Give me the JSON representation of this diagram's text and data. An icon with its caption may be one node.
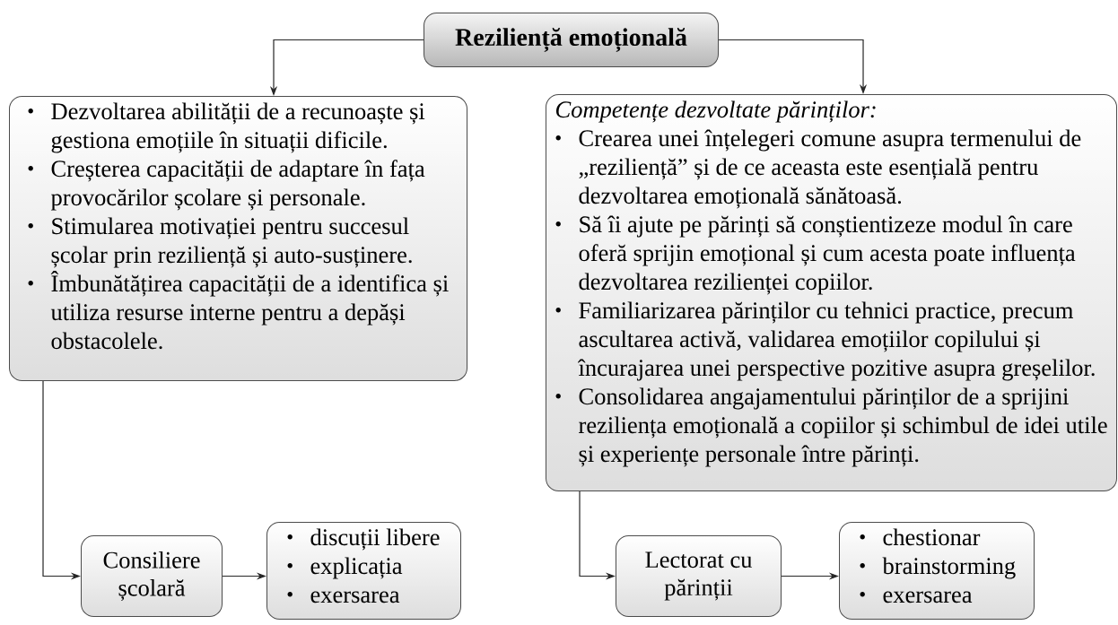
{
  "diagram": {
    "nodes": [
      {
        "text": [
          "Reziliență emoțională"
        ]
      },
      {
        "text": [
          "Dezvoltarea abilității de a recunoaște și gestiona emoțiile în situații dificile.",
          "Creșterea capacității de adaptare în fața provocărilor școlare și personale.",
          "Stimularea motivației pentru succesul școlar prin reziliență și auto-susținere.",
          "Îmbunătățirea capacității de a identifica și utiliza resurse interne pentru a depăși obstacolele."
        ]
      },
      {
        "text": [
          "Competențe dezvoltate părinților:",
          "Crearea unei înțelegeri comune asupra termenului de „reziliență” și de ce aceasta este esențială pentru dezvoltarea emoțională sănătoasă.",
          "Să îi ajute pe părinți să conștientizeze modul în care oferă sprijin emoțional și cum acesta poate influența dezvoltarea rezilienței copiilor.",
          "Familiarizarea părinților cu tehnici practice, precum ascultarea activă, validarea emoțiilor copilului și încurajarea unei perspective pozitive asupra greșelilor.",
          "Consolidarea angajamentului părinților de a sprijini reziliența emoțională a copiilor și schimbul de idei utile și experiențe personale între părinți."
        ]
      },
      {
        "text": [
          "Consiliere școlară"
        ]
      },
      {
        "text": [
          "discuții libere",
          "explicația",
          "exersarea"
        ]
      },
      {
        "text": [
          "Lectorat cu părinții"
        ]
      },
      {
        "text": [
          "chestionar",
          "brainstorming",
          "exersarea"
        ]
      }
    ],
    "edges": [
      {
        "from": 0,
        "to": 1,
        "arrow": "to"
      },
      {
        "from": 0,
        "to": 2,
        "arrow": "to"
      },
      {
        "from": 1,
        "to": 3,
        "arrow": "to"
      },
      {
        "from": 3,
        "to": 4,
        "arrow": "to"
      },
      {
        "from": 2,
        "to": 5,
        "arrow": "to"
      },
      {
        "from": 5,
        "to": 6,
        "arrow": "to"
      }
    ]
  }
}
